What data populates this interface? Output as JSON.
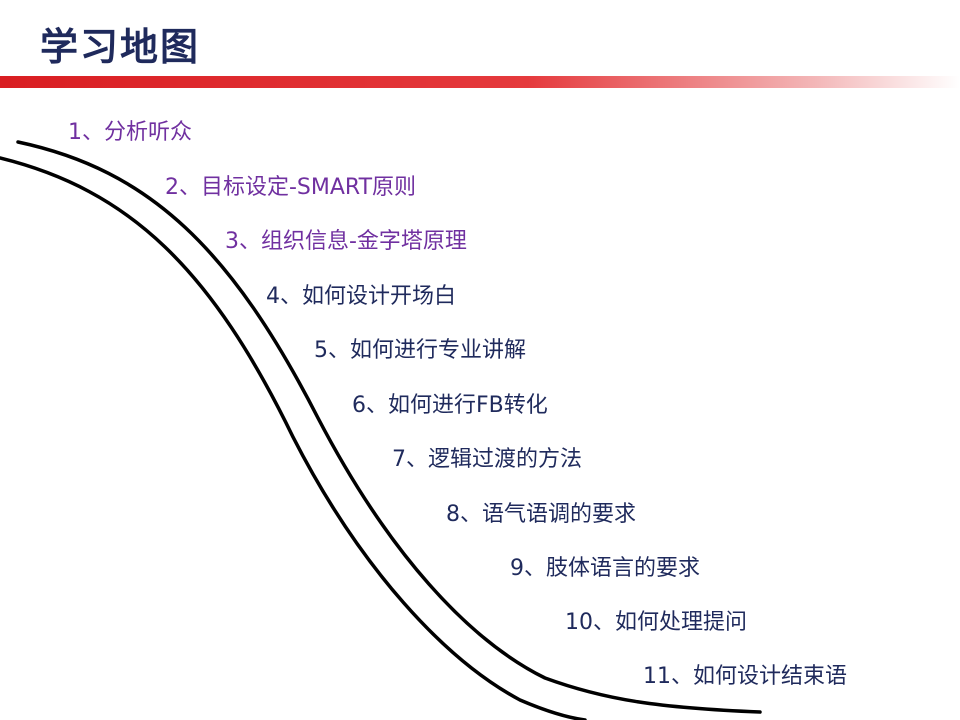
{
  "title": "学习地图",
  "steps": [
    {
      "label": "1、分析听众"
    },
    {
      "label": "2、目标设定-SMART原则"
    },
    {
      "label": "3、组织信息-金字塔原理"
    },
    {
      "label": "4、如何设计开场白"
    },
    {
      "label": "5、如何进行专业讲解"
    },
    {
      "label": "6、如何进行FB转化"
    },
    {
      "label": "7、逻辑过渡的方法"
    },
    {
      "label": "8、语气语调的要求"
    },
    {
      "label": "9、肢体语言的要求"
    },
    {
      "label": "10、如何处理提问"
    },
    {
      "label": "11、如何设计结束语"
    }
  ],
  "colors": {
    "title": "#1f2a5c",
    "accent_bar": "#d91e22",
    "steps_purple": "#7030a0",
    "steps_navy": "#1f2a5c"
  }
}
